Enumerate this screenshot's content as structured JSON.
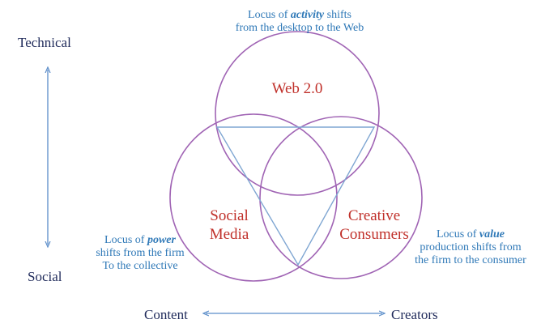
{
  "colors": {
    "circle": "#a064b4",
    "triangle": "#7fa6d2",
    "arrow": "#5b8dc9",
    "note_text": "#2e78b7",
    "circle_text": "#c0302a",
    "axis_text": "#1f2a5a"
  },
  "axes": {
    "vertical": {
      "top": "Technical",
      "bottom": "Social"
    },
    "horizontal": {
      "left": "Content",
      "right": "Creators"
    }
  },
  "circles": {
    "top": {
      "line1": "Web 2.0"
    },
    "left": {
      "line1": "Social",
      "line2": "Media"
    },
    "right": {
      "line1": "Creative",
      "line2": "Consumers"
    }
  },
  "notes": {
    "activity": {
      "line1_pre": "Locus of ",
      "line1_em": "activity",
      "line1_post": " shifts",
      "line2": "from the desktop to the Web"
    },
    "power": {
      "line1_pre": "Locus of ",
      "line1_em": "power",
      "line2": "shifts from the firm",
      "line3": "To the collective"
    },
    "value": {
      "line1_pre": "Locus of ",
      "line1_em": "value",
      "line2": "production shifts from",
      "line3": "the firm to the consumer"
    }
  }
}
